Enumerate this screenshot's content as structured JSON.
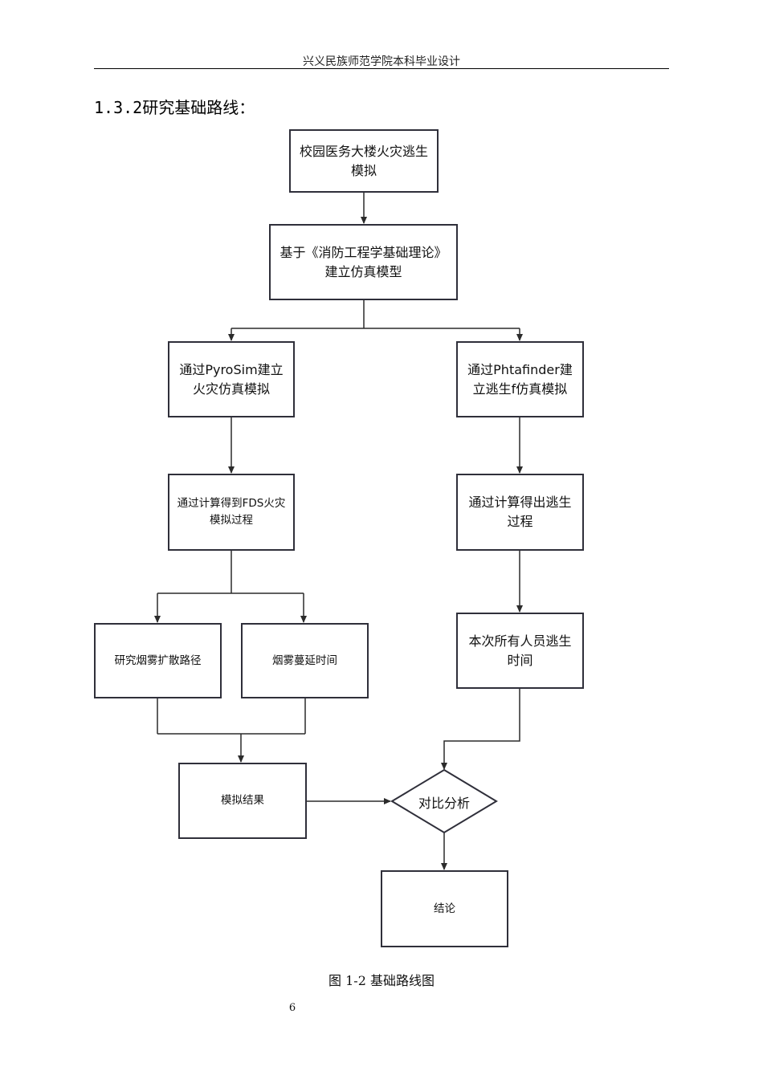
{
  "header": {
    "title": "兴义民族师范学院本科毕业设计"
  },
  "section": {
    "heading": "1.3.2研究基础路线："
  },
  "flowchart": {
    "nodes": {
      "start": "校园医务大楼火灾逃生模拟",
      "model": "基于《消防工程学基础理论》建立仿真模型",
      "pyrosim": "通过PyroSim建立火灾仿真模拟",
      "pathfinder": "通过Phtafinder建立逃生f仿真模拟",
      "fds": "通过计算得到FDS火灾模拟过程",
      "escape_process": "通过计算得出逃生过程",
      "smoke_path": "研究烟雾扩散路径",
      "smoke_time": "烟雾蔓延时间",
      "escape_time": "本次所有人员逃生时间",
      "sim_result": "模拟结果",
      "compare": "对比分析",
      "conclusion": "结论"
    }
  },
  "caption": "图 1-2 基础路线图",
  "page_number": "6",
  "colors": {
    "box_border": "#2f2f3a",
    "connector": "#2b2b2b"
  }
}
